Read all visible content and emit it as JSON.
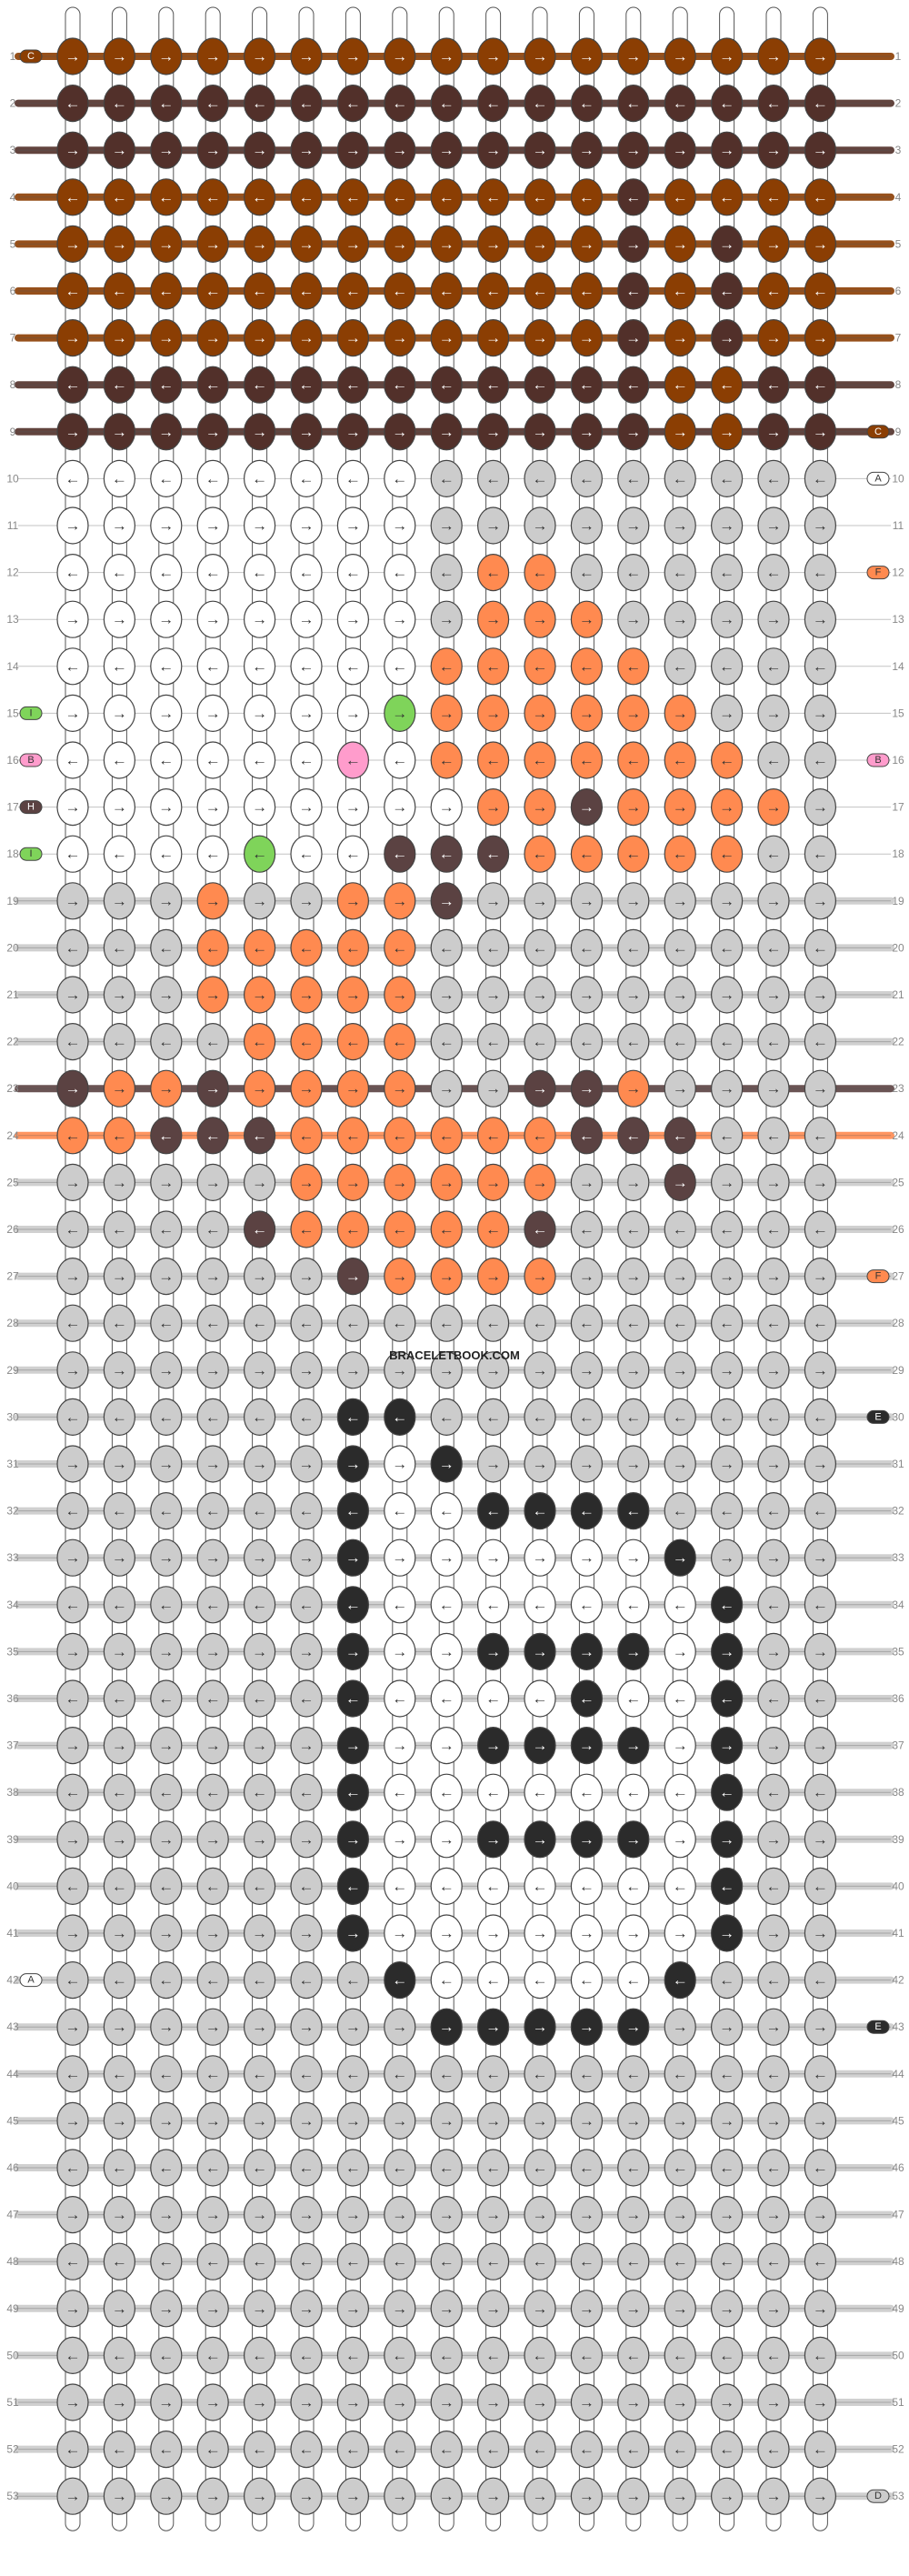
{
  "watermark": "BRACELETBOOK.COM",
  "colors": {
    "A": "#ffffff",
    "B": "#ff9ccc",
    "C": "#8b3e03",
    "D": "#cccccc",
    "E": "#2b2b2b",
    "F": "#ff8a50",
    "G": "#52302a",
    "H": "#5b4242",
    "I": "#7fd45a"
  },
  "pattern": {
    "type": "alpha-bracelet",
    "strings": 17,
    "rows": 53,
    "background_color": "D",
    "string_labels": [
      {
        "row": 1,
        "side": "left",
        "letter": "C"
      },
      {
        "row": 9,
        "side": "right",
        "letter": "C"
      },
      {
        "row": 10,
        "side": "right",
        "letter": "A"
      },
      {
        "row": 12,
        "side": "right",
        "letter": "F"
      },
      {
        "row": 15,
        "side": "left",
        "letter": "I"
      },
      {
        "row": 16,
        "side": "left",
        "letter": "B"
      },
      {
        "row": 16,
        "side": "right",
        "letter": "B"
      },
      {
        "row": 17,
        "side": "left",
        "letter": "H"
      },
      {
        "row": 18,
        "side": "left",
        "letter": "I"
      },
      {
        "row": 27,
        "side": "right",
        "letter": "F"
      },
      {
        "row": 30,
        "side": "right",
        "letter": "E"
      },
      {
        "row": 42,
        "side": "left",
        "letter": "A"
      },
      {
        "row": 43,
        "side": "right",
        "letter": "E"
      },
      {
        "row": 53,
        "side": "right",
        "letter": "D"
      }
    ],
    "rows_data": [
      "CCCCCCCCCCCCCCCCC",
      "GGGGGGGGGGGGGGGGG",
      "GGGGGGGGGGGGGGGGG",
      "CCCCCCCCCCCCGCCCC",
      "CCCCCCCCCCCCGCGCC",
      "CCCCCCCCCCCCGCGCC",
      "CCCCCCCCCCCCGCGCC",
      "GGGGGGGGGGGGGCCGG",
      "GGGGGGGGGGGGGCCGG",
      "AAAAAAAADDDDDDDDD",
      "AAAAAAAADDDDDDDDD",
      "AAAAAAAADFFDDDDDD",
      "AAAAAAAADFFFDDDDD",
      "AAAAAAAAFFFFFDDDD",
      "AAAAAAAIFFFFFFDDD",
      "AAAAAABAFFFFFFFDD",
      "AAAAAAAAAFFHFFFFD",
      "AAAAIAAHHHFFFFFDD",
      "DDDFDDFFHDDDDDDDD",
      "DDDFFFFFDDDDDDDDD",
      "DDDFFFFFDDDDDDDDD",
      "DDDDFFFFDDDDDDDDD",
      "HFFHFFFFDDHHFDDDD",
      "FFHHHFFFFFFHHHDDD",
      "DDDDDFFFFFFDDHDDD",
      "DDDDHFFFFFHDDDDDD",
      "DDDDDDHFFFFDDDDDD",
      "DDDDDDDDDDDDDDDDD",
      "DDDDDDDDDDDDDDDDD",
      "DDDDDDEEDDDDDDDDD",
      "DDDDDDEAEDDDDDDDD",
      "DDDDDDEAAEEEEDDDD",
      "DDDDDDEAAAAAAEDDD",
      "DDDDDDEAAAAAAAEDD",
      "DDDDDDEAAEEEEAEDD",
      "DDDDDDEAAAAEAAEDD",
      "DDDDDDEAAEEEEAEDD",
      "DDDDDDEAAAAAAAEDD",
      "DDDDDDEAAEEEEAEDD",
      "DDDDDDEAAAAAAAEDD",
      "DDDDDDEAAAAAAAEDD",
      "DDDDDDDEAAAAAEDDD",
      "DDDDDDDDEEEEEDDDD",
      "DDDDDDDDDDDDDDDDD",
      "DDDDDDDDDDDDDDDDD",
      "DDDDDDDDDDDDDDDDD",
      "DDDDDDDDDDDDDDDDD",
      "DDDDDDDDDDDDDDDDD",
      "DDDDDDDDDDDDDDDDD",
      "DDDDDDDDDDDDDDDDD",
      "DDDDDDDDDDDDDDDDD",
      "DDDDDDDDDDDDDDDDD",
      "DDDDDDDDDDDDDDDDD"
    ]
  }
}
